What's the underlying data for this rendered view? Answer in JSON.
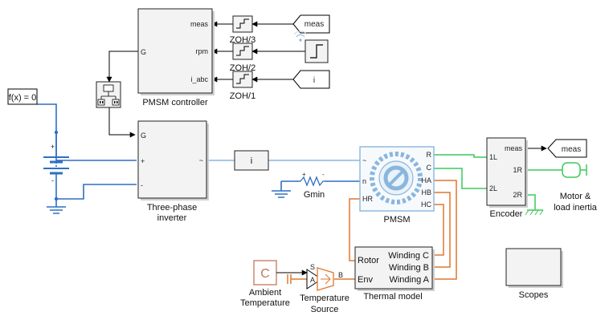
{
  "blocks": {
    "pmsm_controller": {
      "label": "PMSM controller",
      "ports_in": [
        "meas",
        "rpm",
        "i_abc"
      ],
      "port_out": "G"
    },
    "zoh3": {
      "label": "ZOH/3"
    },
    "zoh2": {
      "label": "ZOH/2"
    },
    "zoh1": {
      "label": "ZOH/1"
    },
    "from_meas": {
      "label": "meas"
    },
    "from_i": {
      "label": "i"
    },
    "solver": {
      "label": "f(x) = 0"
    },
    "inverter": {
      "label": "Three-phase inverter",
      "ports": [
        "G",
        "+",
        "~",
        "-"
      ]
    },
    "goto_i": {
      "label": "i"
    },
    "gmin": {
      "label": "Gmin"
    },
    "pmsm": {
      "label": "PMSM",
      "ports_left": [
        "~",
        "n",
        "HR"
      ],
      "ports_right": [
        "R",
        "C",
        "HA",
        "HB",
        "HC"
      ]
    },
    "encoder": {
      "label": "Encoder",
      "ports_left": [
        "1L",
        "2L"
      ],
      "ports_right": [
        "meas",
        "1R",
        "2R"
      ]
    },
    "goto_meas": {
      "label": "meas"
    },
    "motor_load": {
      "label": "Motor & load inertia"
    },
    "ambient": {
      "label": "Ambient Temperature"
    },
    "temp_source": {
      "label": "Temperature Source",
      "ports": [
        "S",
        "A",
        "B"
      ]
    },
    "thermal_model": {
      "label": "Thermal model",
      "ports_left": [
        "Rotor",
        "Env"
      ],
      "ports_right": [
        "Winding C",
        "Winding B",
        "Winding A"
      ]
    },
    "scopes": {
      "label": "Scopes"
    }
  },
  "signs": {
    "plus": "+",
    "minus": "-"
  },
  "colors": {
    "electrical": "#2f6fc4",
    "signal": "#8ab6dd",
    "thermal": "#e0772e",
    "mechanical": "#3cc85a"
  }
}
